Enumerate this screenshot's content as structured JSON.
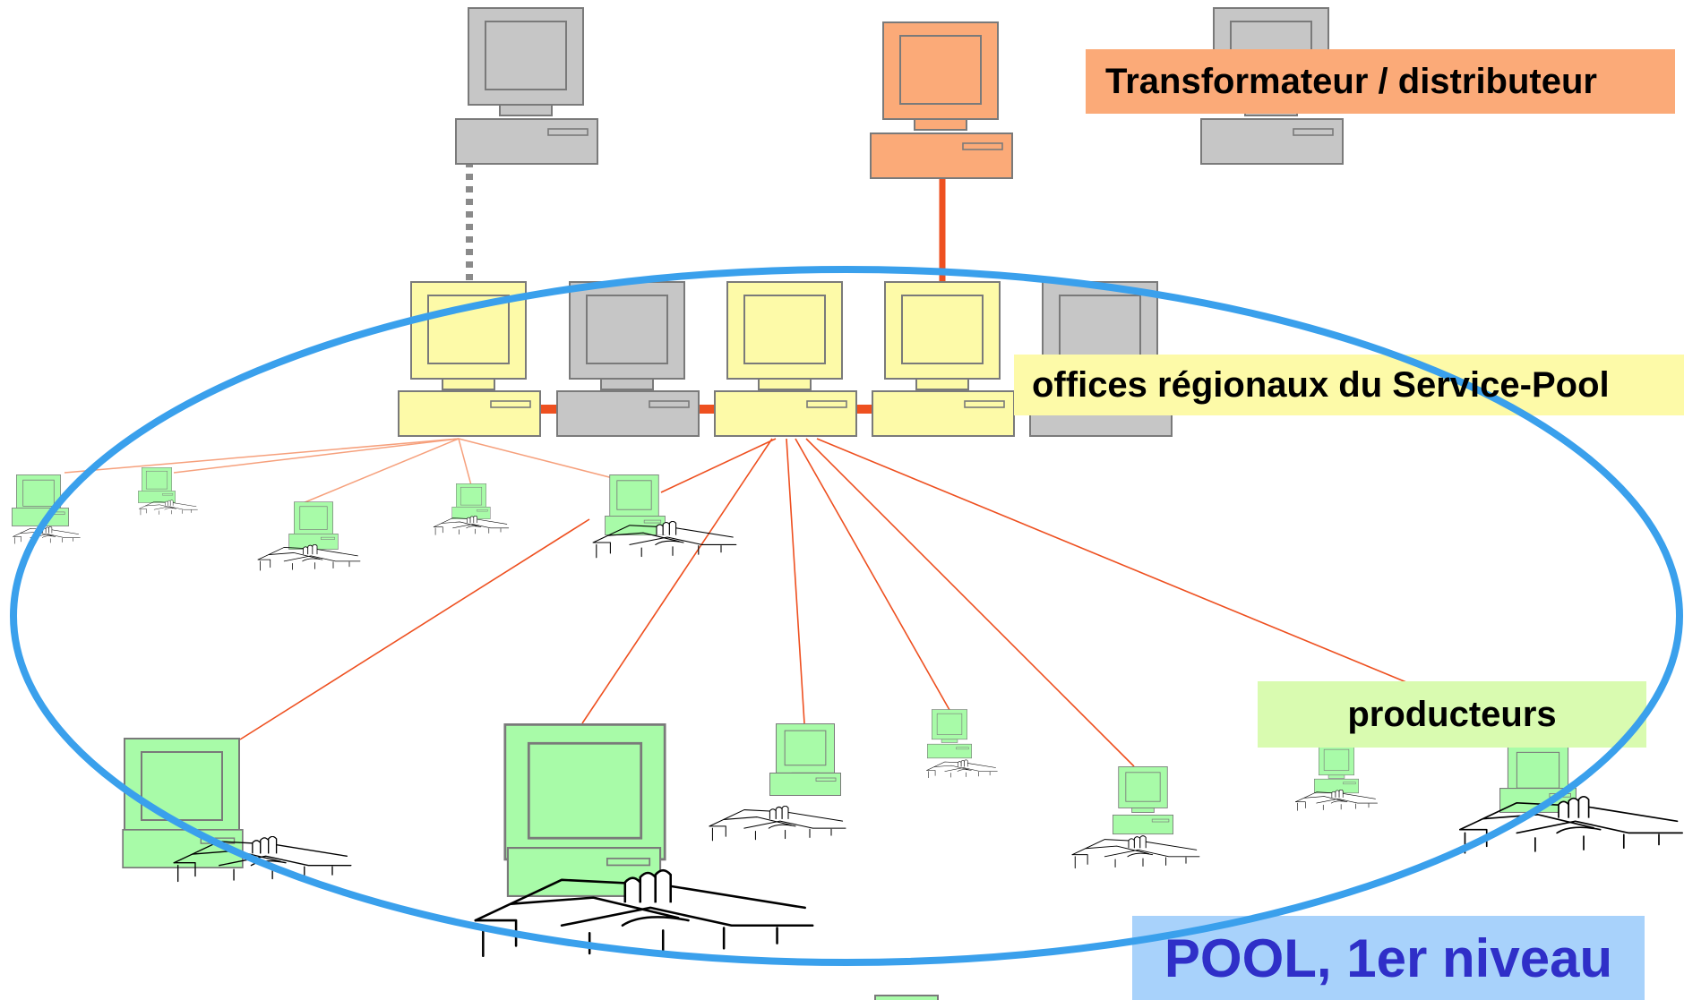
{
  "labels": {
    "transformateur": "Transformateur / distributeur",
    "offices": "offices régionaux du Service-Pool",
    "producteurs": "producteurs",
    "pool": "POOL, 1er niveau"
  },
  "colors": {
    "transformateur_fill": "#fbaa78",
    "transformateur_label_bg": "#fbaa78",
    "office_fill": "#fdfaa8",
    "office_label_bg": "#fdfaa8",
    "inactive_fill": "#c6c6c6",
    "producer_fill": "#a8fba8",
    "producer_label_bg": "#d9fbb0",
    "pool_label_bg": "#a8d2fb",
    "pool_label_text": "#2f2fc8",
    "pool_ellipse": "#3aa0ec",
    "link_main": "#ee5020",
    "link_light": "#f6a07c",
    "link_dotted": "#8a8a8a"
  },
  "icons": {
    "computer": "desktop-computer-icon",
    "farm": "farm-building-icon"
  }
}
